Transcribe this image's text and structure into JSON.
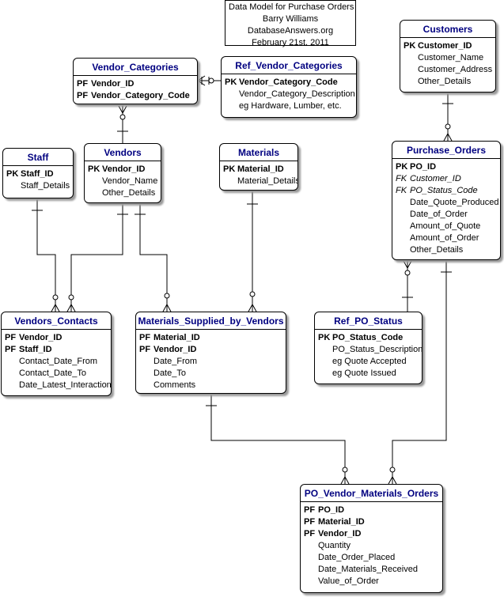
{
  "note": {
    "lines": [
      "Data Model for Purchase Orders",
      "Barry Williams",
      "DatabaseAnswers.org",
      "February 21st. 2011"
    ]
  },
  "entities": {
    "customers": {
      "title": "Customers",
      "rows": [
        {
          "k": "PK",
          "n": "Customer_ID",
          "t": "key"
        },
        {
          "k": "",
          "n": "Customer_Name",
          "t": "attr"
        },
        {
          "k": "",
          "n": "Customer_Address",
          "t": "attr"
        },
        {
          "k": "",
          "n": "Other_Details",
          "t": "attr"
        }
      ]
    },
    "vendor_categories": {
      "title": "Vendor_Categories",
      "rows": [
        {
          "k": "PF",
          "n": "Vendor_ID",
          "t": "key"
        },
        {
          "k": "PF",
          "n": "Vendor_Category_Code",
          "t": "key"
        }
      ]
    },
    "ref_vendor_categories": {
      "title": "Ref_Vendor_Categories",
      "rows": [
        {
          "k": "PK",
          "n": "Vendor_Category_Code",
          "t": "key"
        },
        {
          "k": "",
          "n": "Vendor_Category_Description",
          "t": "attr"
        },
        {
          "k": "",
          "n": "eg Hardware, Lumber, etc.",
          "t": "attr"
        }
      ]
    },
    "staff": {
      "title": "Staff",
      "rows": [
        {
          "k": "PK",
          "n": "Staff_ID",
          "t": "key"
        },
        {
          "k": "",
          "n": "Staff_Details",
          "t": "attr"
        }
      ]
    },
    "vendors": {
      "title": "Vendors",
      "rows": [
        {
          "k": "PK",
          "n": "Vendor_ID",
          "t": "key"
        },
        {
          "k": "",
          "n": "Vendor_Name",
          "t": "attr"
        },
        {
          "k": "",
          "n": "Other_Details",
          "t": "attr"
        }
      ]
    },
    "materials": {
      "title": "Materials",
      "rows": [
        {
          "k": "PK",
          "n": "Material_ID",
          "t": "key"
        },
        {
          "k": "",
          "n": "Material_Details",
          "t": "attr"
        }
      ]
    },
    "purchase_orders": {
      "title": "Purchase_Orders",
      "rows": [
        {
          "k": "PK",
          "n": "PO_ID",
          "t": "key"
        },
        {
          "k": "FK",
          "n": "Customer_ID",
          "t": "fk"
        },
        {
          "k": "FK",
          "n": "PO_Status_Code",
          "t": "fk"
        },
        {
          "k": "",
          "n": "Date_Quote_Produced",
          "t": "attr"
        },
        {
          "k": "",
          "n": "Date_of_Order",
          "t": "attr"
        },
        {
          "k": "",
          "n": "Amount_of_Quote",
          "t": "attr"
        },
        {
          "k": "",
          "n": "Amount_of_Order",
          "t": "attr"
        },
        {
          "k": "",
          "n": "Other_Details",
          "t": "attr"
        }
      ]
    },
    "vendors_contacts": {
      "title": "Vendors_Contacts",
      "rows": [
        {
          "k": "PF",
          "n": "Vendor_ID",
          "t": "key"
        },
        {
          "k": "PF",
          "n": "Staff_ID",
          "t": "key"
        },
        {
          "k": "",
          "n": "Contact_Date_From",
          "t": "attr"
        },
        {
          "k": "",
          "n": "Contact_Date_To",
          "t": "attr"
        },
        {
          "k": "",
          "n": "Date_Latest_Interaction",
          "t": "attr"
        }
      ]
    },
    "materials_supplied_by_vendors": {
      "title": "Materials_Supplied_by_Vendors",
      "rows": [
        {
          "k": "PF",
          "n": "Material_ID",
          "t": "key"
        },
        {
          "k": "PF",
          "n": "Vendor_ID",
          "t": "key"
        },
        {
          "k": "",
          "n": "Date_From",
          "t": "attr"
        },
        {
          "k": "",
          "n": "Date_To",
          "t": "attr"
        },
        {
          "k": "",
          "n": "Comments",
          "t": "attr"
        }
      ]
    },
    "ref_po_status": {
      "title": "Ref_PO_Status",
      "rows": [
        {
          "k": "PK",
          "n": "PO_Status_Code",
          "t": "key"
        },
        {
          "k": "",
          "n": "PO_Status_Description",
          "t": "attr"
        },
        {
          "k": "",
          "n": "eg Quote Accepted",
          "t": "attr"
        },
        {
          "k": "",
          "n": "eg Quote Issued",
          "t": "attr"
        }
      ]
    },
    "po_vendor_materials_orders": {
      "title": "PO_Vendor_Materials_Orders",
      "rows": [
        {
          "k": "PF",
          "n": "PO_ID",
          "t": "key"
        },
        {
          "k": "PF",
          "n": "Material_ID",
          "t": "key"
        },
        {
          "k": "PF",
          "n": "Vendor_ID",
          "t": "key"
        },
        {
          "k": "",
          "n": "Quantity",
          "t": "attr"
        },
        {
          "k": "",
          "n": "Date_Order_Placed",
          "t": "attr"
        },
        {
          "k": "",
          "n": "Date_Materials_Received",
          "t": "attr"
        },
        {
          "k": "",
          "n": "Value_of_Order",
          "t": "attr"
        }
      ]
    }
  }
}
